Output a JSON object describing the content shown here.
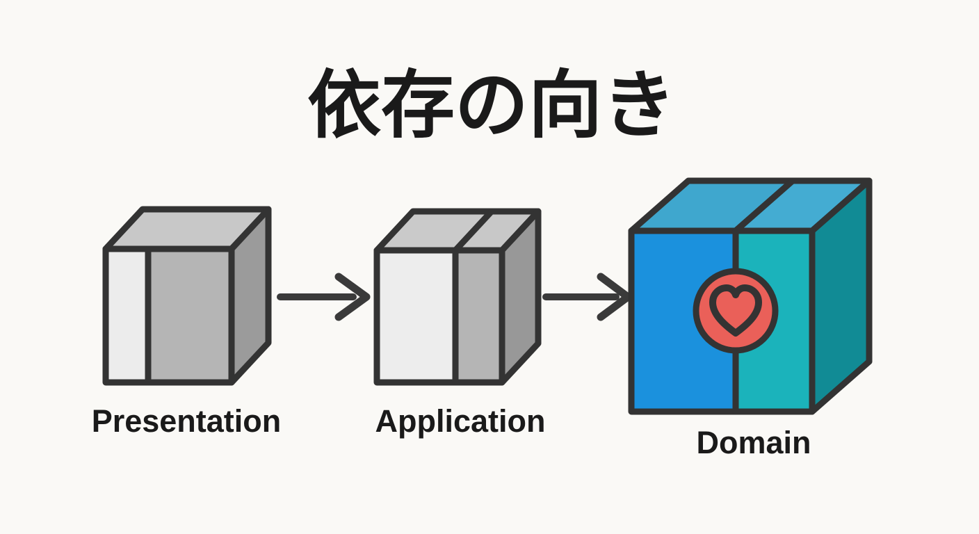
{
  "title": "依存の向き",
  "colors": {
    "background": "#FAF9F6",
    "outline": "#333333",
    "arrow": "#3A3A3A",
    "text": "#1A1A1A",
    "presentation": {
      "front_left": "#ECECEC",
      "front_right": "#B5B5B5",
      "top": "#C8C8C8",
      "side": "#9B9B9B"
    },
    "application": {
      "front_left": "#EDEDED",
      "front_right": "#B5B5B5",
      "top_left": "#CACACA",
      "top_right": "#C8C8C8",
      "side": "#989898"
    },
    "domain": {
      "front_left": "#1B91DD",
      "front_right": "#1BB3BB",
      "top_left": "#3FA7CE",
      "top_right": "#44ACD2",
      "side": "#118B95",
      "badge_fill": "#EA6059"
    }
  },
  "nodes": [
    {
      "id": "presentation",
      "label": "Presentation"
    },
    {
      "id": "application",
      "label": "Application"
    },
    {
      "id": "domain",
      "label": "Domain",
      "badge": "heart-icon"
    }
  ],
  "arrows": [
    {
      "from": "presentation",
      "to": "application"
    },
    {
      "from": "application",
      "to": "domain"
    }
  ]
}
